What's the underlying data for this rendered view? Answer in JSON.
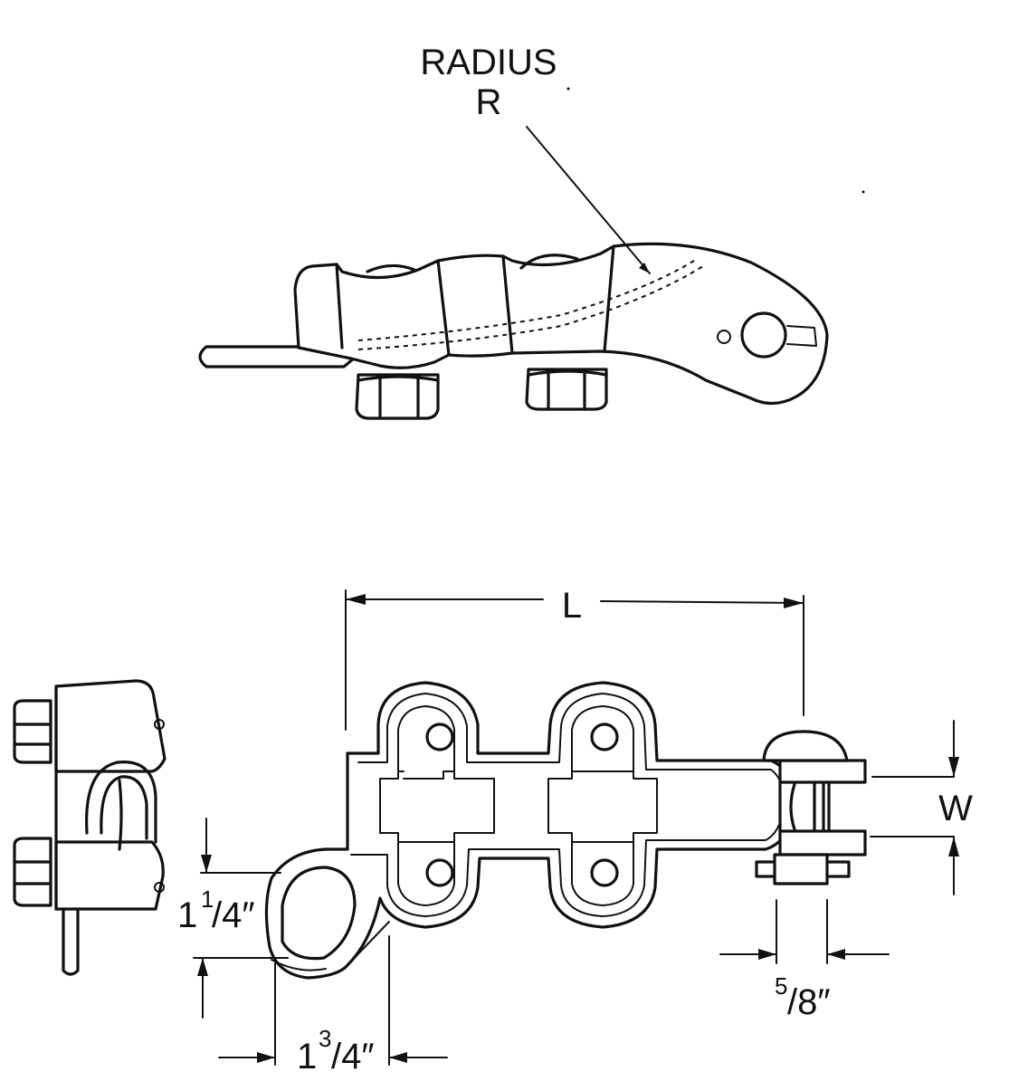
{
  "diagram": {
    "labels": {
      "radius_word": "RADIUS",
      "radius_letter": "R",
      "length": "L",
      "width": "W",
      "dim_a_whole": "1",
      "dim_a_num": "1",
      "dim_a_den": "/4″",
      "dim_b_whole": "1",
      "dim_b_num": "3",
      "dim_b_den": "/4″",
      "dim_c_num": "5",
      "dim_c_den": "/8″"
    }
  }
}
